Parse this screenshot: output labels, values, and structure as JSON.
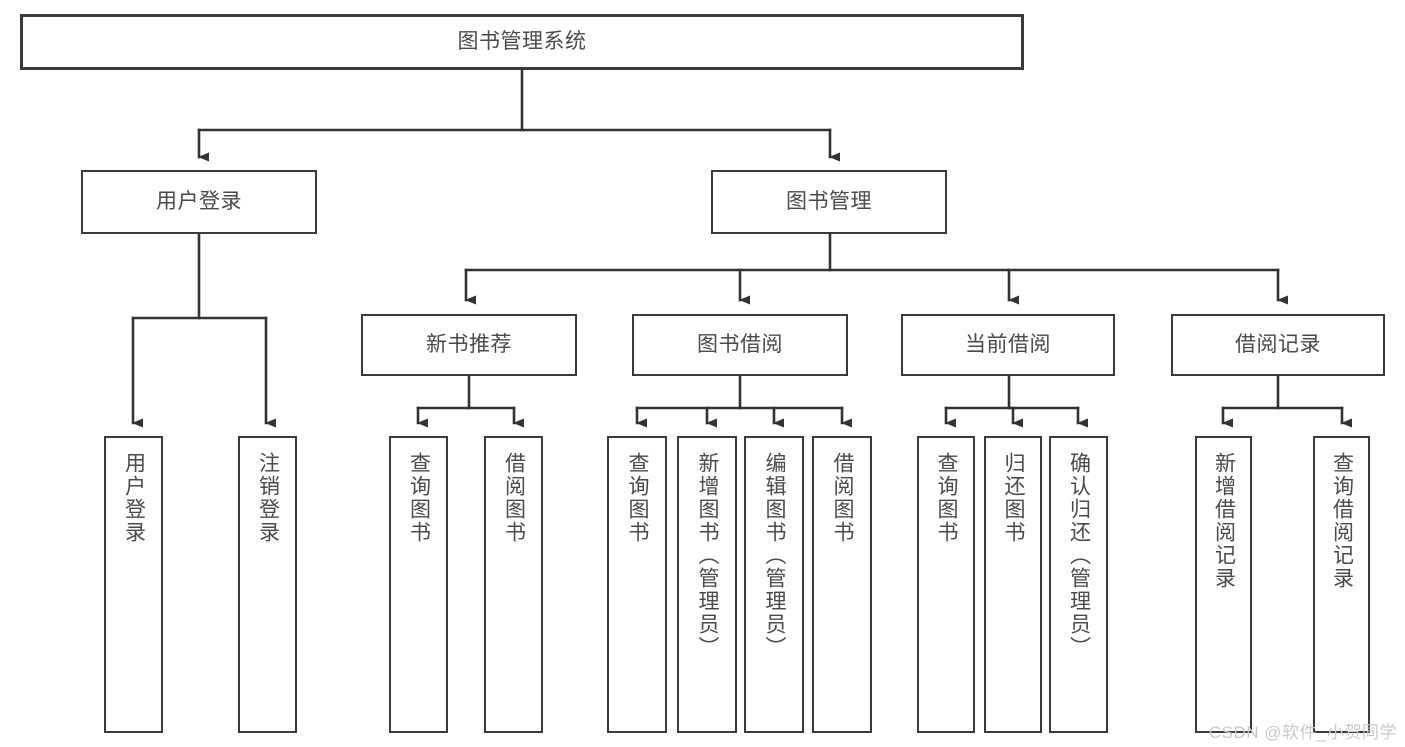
{
  "diagram": {
    "type": "tree",
    "title": "图书管理系统",
    "orientation": "top-down",
    "colors": {
      "background": "#ffffff",
      "box_border": "#3a3a3a",
      "box_fill": "#ffffff",
      "text": "#4a4a4a",
      "connector": "#333333",
      "watermark": "#c9c9c9"
    }
  },
  "nodes": {
    "root": {
      "label": "图书管理系统",
      "level": 0
    },
    "l1": [
      {
        "label": "用户登录",
        "level": 1
      },
      {
        "label": "图书管理",
        "level": 1
      }
    ],
    "l2": [
      {
        "label": "新书推荐",
        "level": 2
      },
      {
        "label": "图书借阅",
        "level": 2
      },
      {
        "label": "当前借阅",
        "level": 2
      },
      {
        "label": "借阅记录",
        "level": 2
      }
    ],
    "leaves": {
      "user_login": [
        {
          "label": "用户登录"
        },
        {
          "label": "注销登录"
        }
      ],
      "new_book": [
        {
          "label": "查询图书"
        },
        {
          "label": "借阅图书"
        }
      ],
      "borrow_book": [
        {
          "label": "查询图书"
        },
        {
          "label": "新增图书（管理员）"
        },
        {
          "label": "编辑图书（管理员）"
        },
        {
          "label": "借阅图书"
        }
      ],
      "current_borrow": [
        {
          "label": "查询图书"
        },
        {
          "label": "归还图书"
        },
        {
          "label": "确认归还（管理员）"
        }
      ],
      "borrow_record": [
        {
          "label": "新增借阅记录"
        },
        {
          "label": "查询借阅记录"
        }
      ]
    }
  },
  "watermark": {
    "text": "CSDN @软件_小贺同学"
  }
}
